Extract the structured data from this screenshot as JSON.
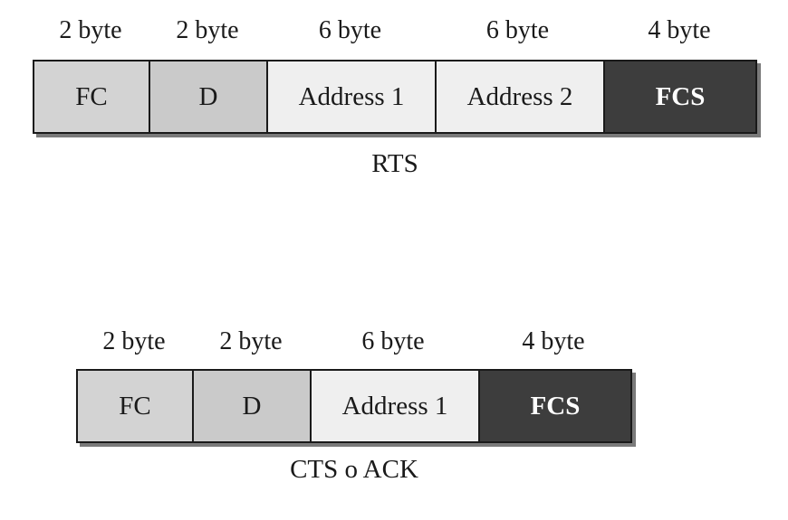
{
  "frames": [
    {
      "caption": "RTS",
      "fields": [
        {
          "size": "2 byte",
          "label": "FC",
          "shade": "light"
        },
        {
          "size": "2 byte",
          "label": "D",
          "shade": "mid"
        },
        {
          "size": "6 byte",
          "label": "Address 1",
          "shade": "pale"
        },
        {
          "size": "6 byte",
          "label": "Address 2",
          "shade": "pale"
        },
        {
          "size": "4 byte",
          "label": "FCS",
          "shade": "dark"
        }
      ]
    },
    {
      "caption": "CTS o ACK",
      "fields": [
        {
          "size": "2 byte",
          "label": "FC",
          "shade": "light"
        },
        {
          "size": "2 byte",
          "label": "D",
          "shade": "mid"
        },
        {
          "size": "6 byte",
          "label": "Address 1",
          "shade": "pale"
        },
        {
          "size": "4 byte",
          "label": "FCS",
          "shade": "dark"
        }
      ]
    }
  ],
  "colors": {
    "light": "#d3d3d3",
    "mid": "#cacaca",
    "pale": "#efefef",
    "dark": "#3d3d3d",
    "border": "#1a1a1a"
  }
}
